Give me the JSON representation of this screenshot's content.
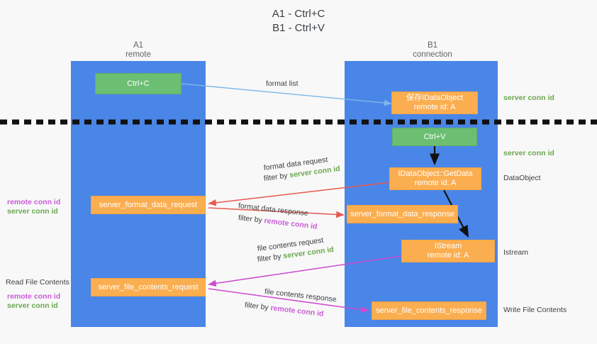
{
  "title": {
    "line1": "A1 - Ctrl+C",
    "line2": "B1 - Ctrl+V"
  },
  "lanes": [
    {
      "name": "A1",
      "subtitle": "remote"
    },
    {
      "name": "B1",
      "subtitle": "connection"
    }
  ],
  "nodes": {
    "ctrl_c": {
      "line1": "Ctrl+C",
      "line2": ""
    },
    "save_idataobj": {
      "line1": "保存IDataObject",
      "line2": "remote id: A"
    },
    "ctrl_v": {
      "line1": "Ctrl+V",
      "line2": ""
    },
    "getdata": {
      "line1": "IDataObject::GetData",
      "line2": "remote id: A"
    },
    "istream": {
      "line1": "IStream",
      "line2": "remote id: A"
    },
    "sfdreq": {
      "line1": "server_format_data_request",
      "line2": ""
    },
    "sfdresp": {
      "line1": "server_format_data_response",
      "line2": ""
    },
    "sfcreq": {
      "line1": "server_file_contents_request",
      "line2": ""
    },
    "sfcresp": {
      "line1": "server_file_contents_response",
      "line2": ""
    }
  },
  "edge_labels": {
    "format_list": "format list",
    "fdr_title": "format data request",
    "fdr_filter_prefix": "filter by ",
    "fdr_filter_key": "server conn id",
    "fdresp_title": "format data response",
    "fdresp_filter_prefix": "filter by ",
    "fdresp_filter_key": "remote conn id",
    "fcr_title": "file contents request",
    "fcr_filter_prefix": "filter by ",
    "fcr_filter_key": "server conn id",
    "fcresp_title": "file contents response",
    "fcresp_filter_prefix": "filter by ",
    "fcresp_filter_key": "remote conn id"
  },
  "annotations": {
    "right_server_conn_1": "server conn id",
    "right_server_conn_2": "server conn id",
    "right_dataobject": "DataObject",
    "right_istream": "Istream",
    "right_write_file": "Write File Contents",
    "left_remote_conn_1": "remote conn id",
    "left_server_conn_1": "server conn id",
    "left_read_file": "Read File Contents",
    "left_remote_conn_2": "remote conn id",
    "left_server_conn_2": "server conn id"
  },
  "colors": {
    "lane": "#4a86e8",
    "green_node": "#6cbf72",
    "orange_node": "#fbae50",
    "green_text": "#6aa84f",
    "purple_text": "#c95cd6",
    "arrow_blue": "#7fb5e8",
    "arrow_red": "#e8594f",
    "arrow_magenta": "#cc4bd0",
    "arrow_black": "#111111",
    "background": "#f8f8f8"
  }
}
